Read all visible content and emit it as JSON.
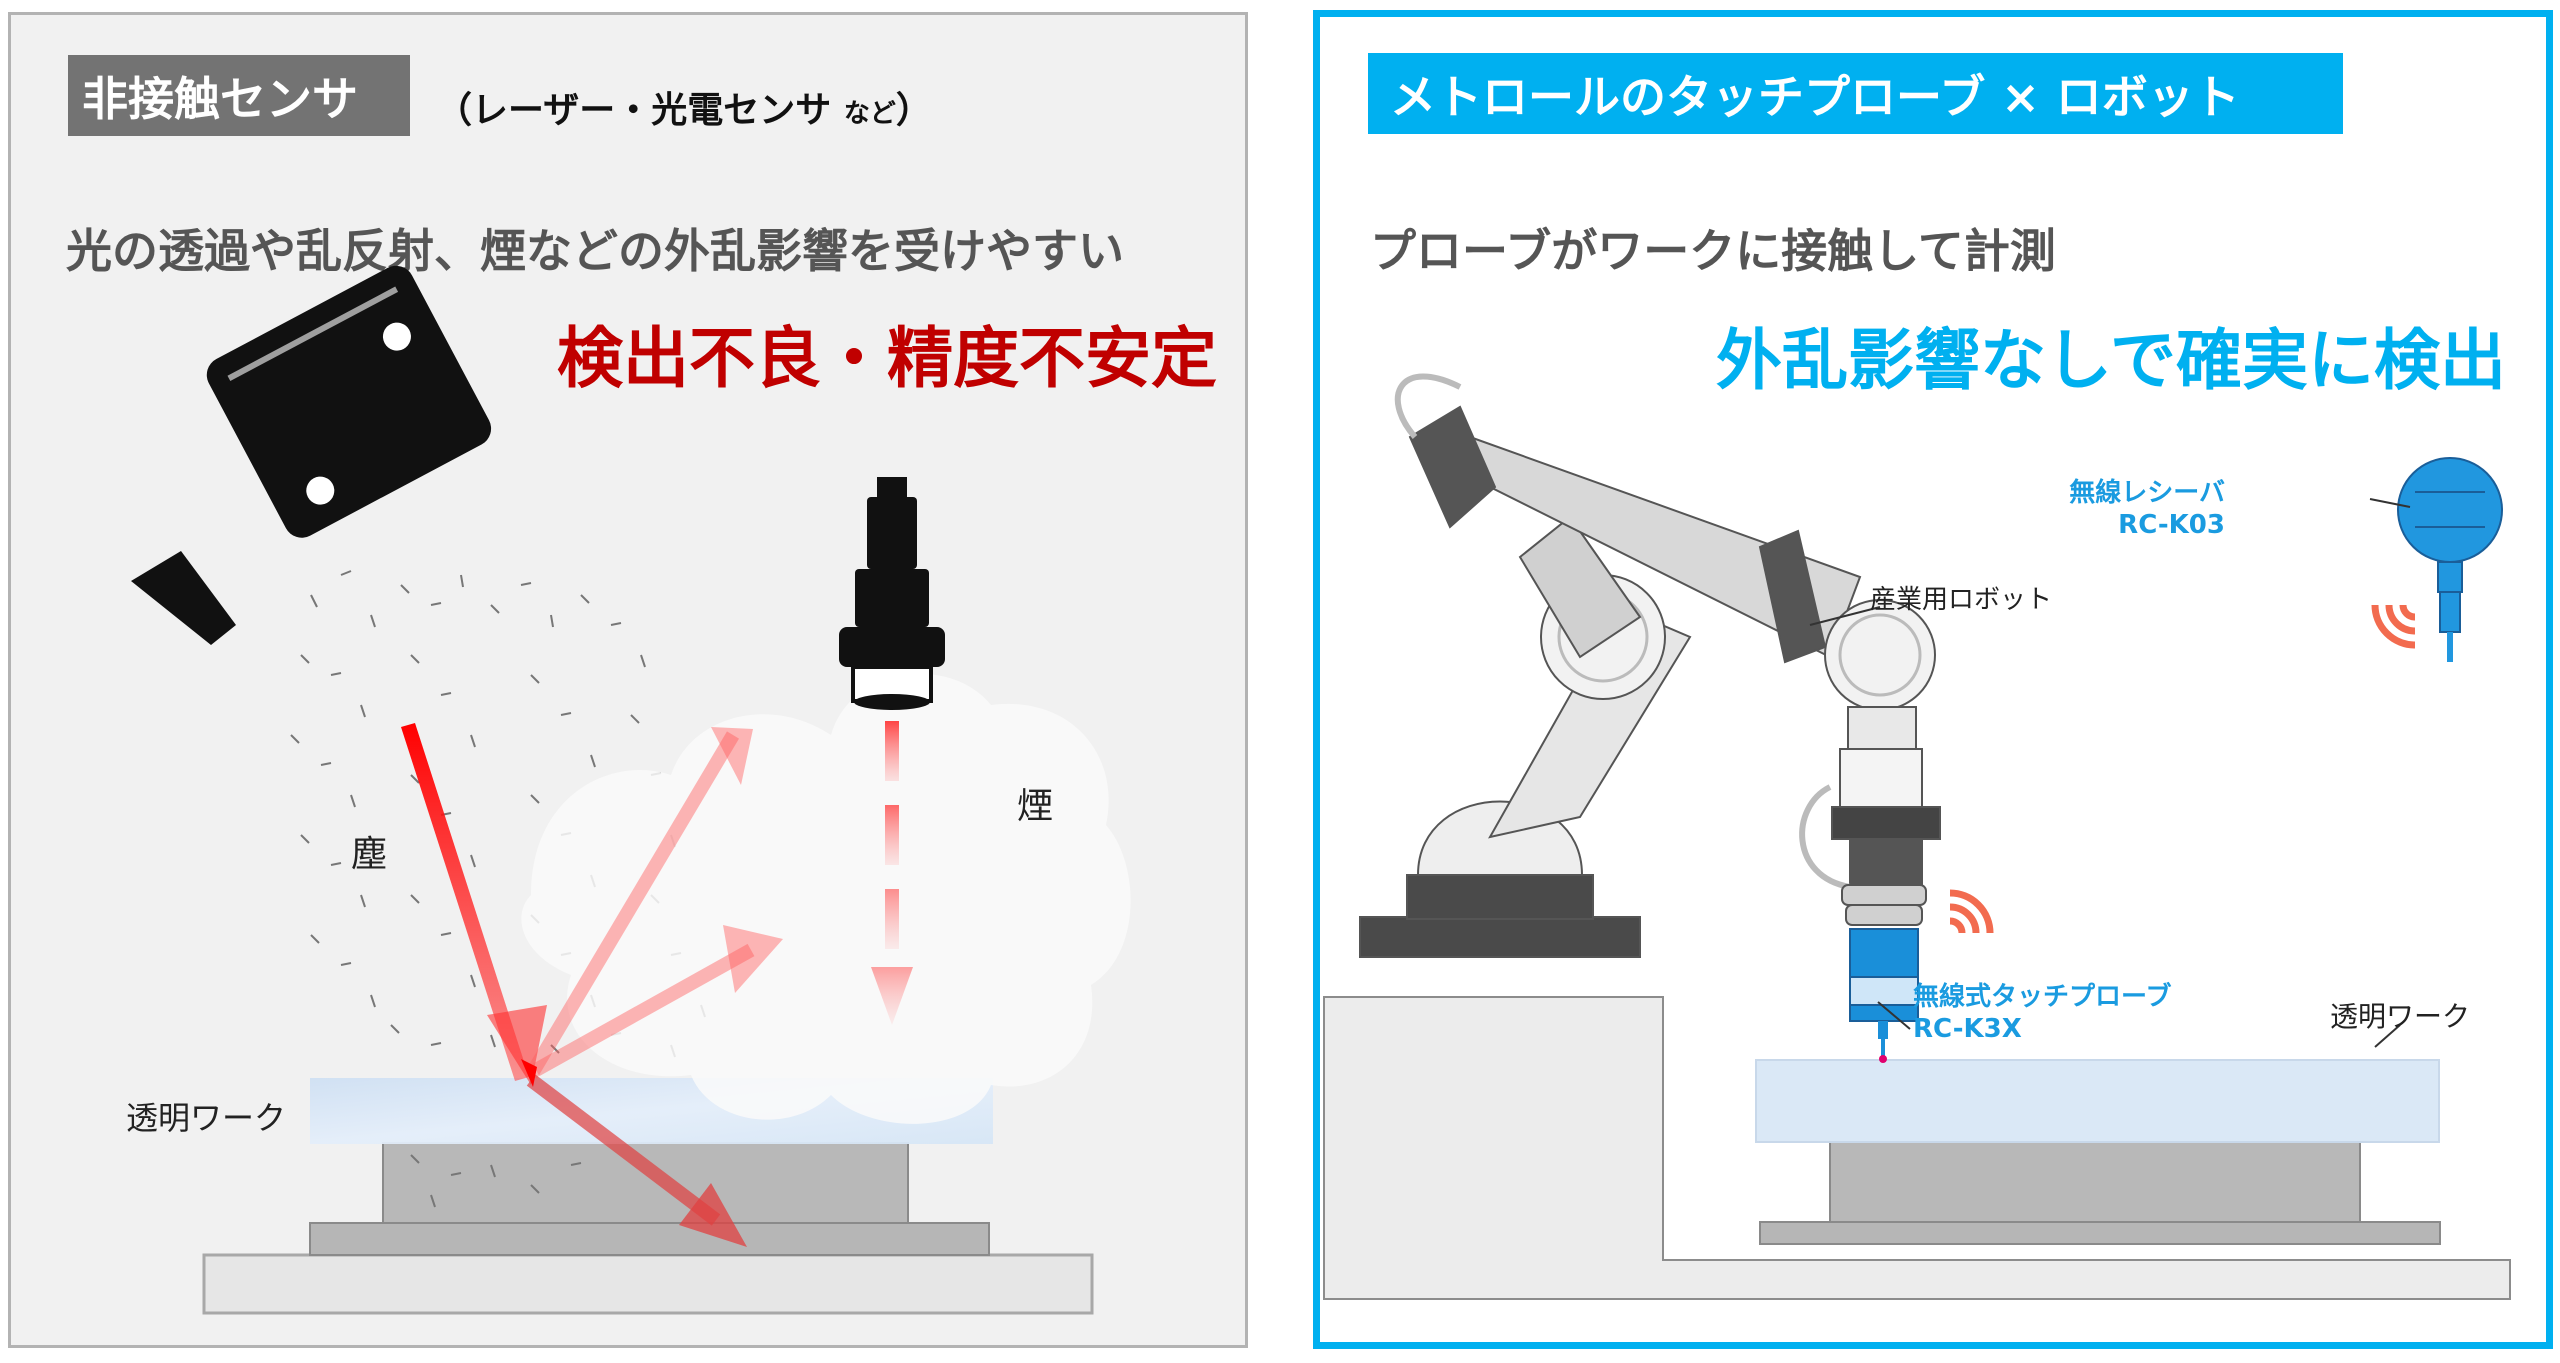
{
  "left_panel": {
    "badge": "非接触センサ",
    "subtitle_main": "（レーザー・光電センサ",
    "subtitle_small": "など",
    "subtitle_close": "）",
    "description": "光の透過や乱反射、煙などの外乱影響を受けやすい",
    "result": "検出不良・精度不安定",
    "labels": {
      "dust": "塵",
      "smoke": "煙",
      "workpiece": "透明ワーク"
    },
    "colors": {
      "badge_bg": "#737373",
      "result_text": "#c00000",
      "panel_bg": "#f1f1f1",
      "border": "#b3b3b3",
      "laser": "#ff1a1a"
    }
  },
  "right_panel": {
    "badge": "メトロールのタッチプローブ × ロボット",
    "description": "プローブがワークに接触して計測",
    "result": "外乱影響なしで確実に検出",
    "labels": {
      "robot": "産業用ロボット",
      "receiver_name": "無線レシーバ",
      "receiver_model": "RC-K03",
      "probe_name": "無線式タッチプローブ",
      "probe_model": "RC-K3X",
      "workpiece": "透明ワーク"
    },
    "colors": {
      "accent": "#00b0f0",
      "label_blue": "#1a9be0",
      "signal": "#f26b4f",
      "border": "#00b0f0"
    }
  }
}
